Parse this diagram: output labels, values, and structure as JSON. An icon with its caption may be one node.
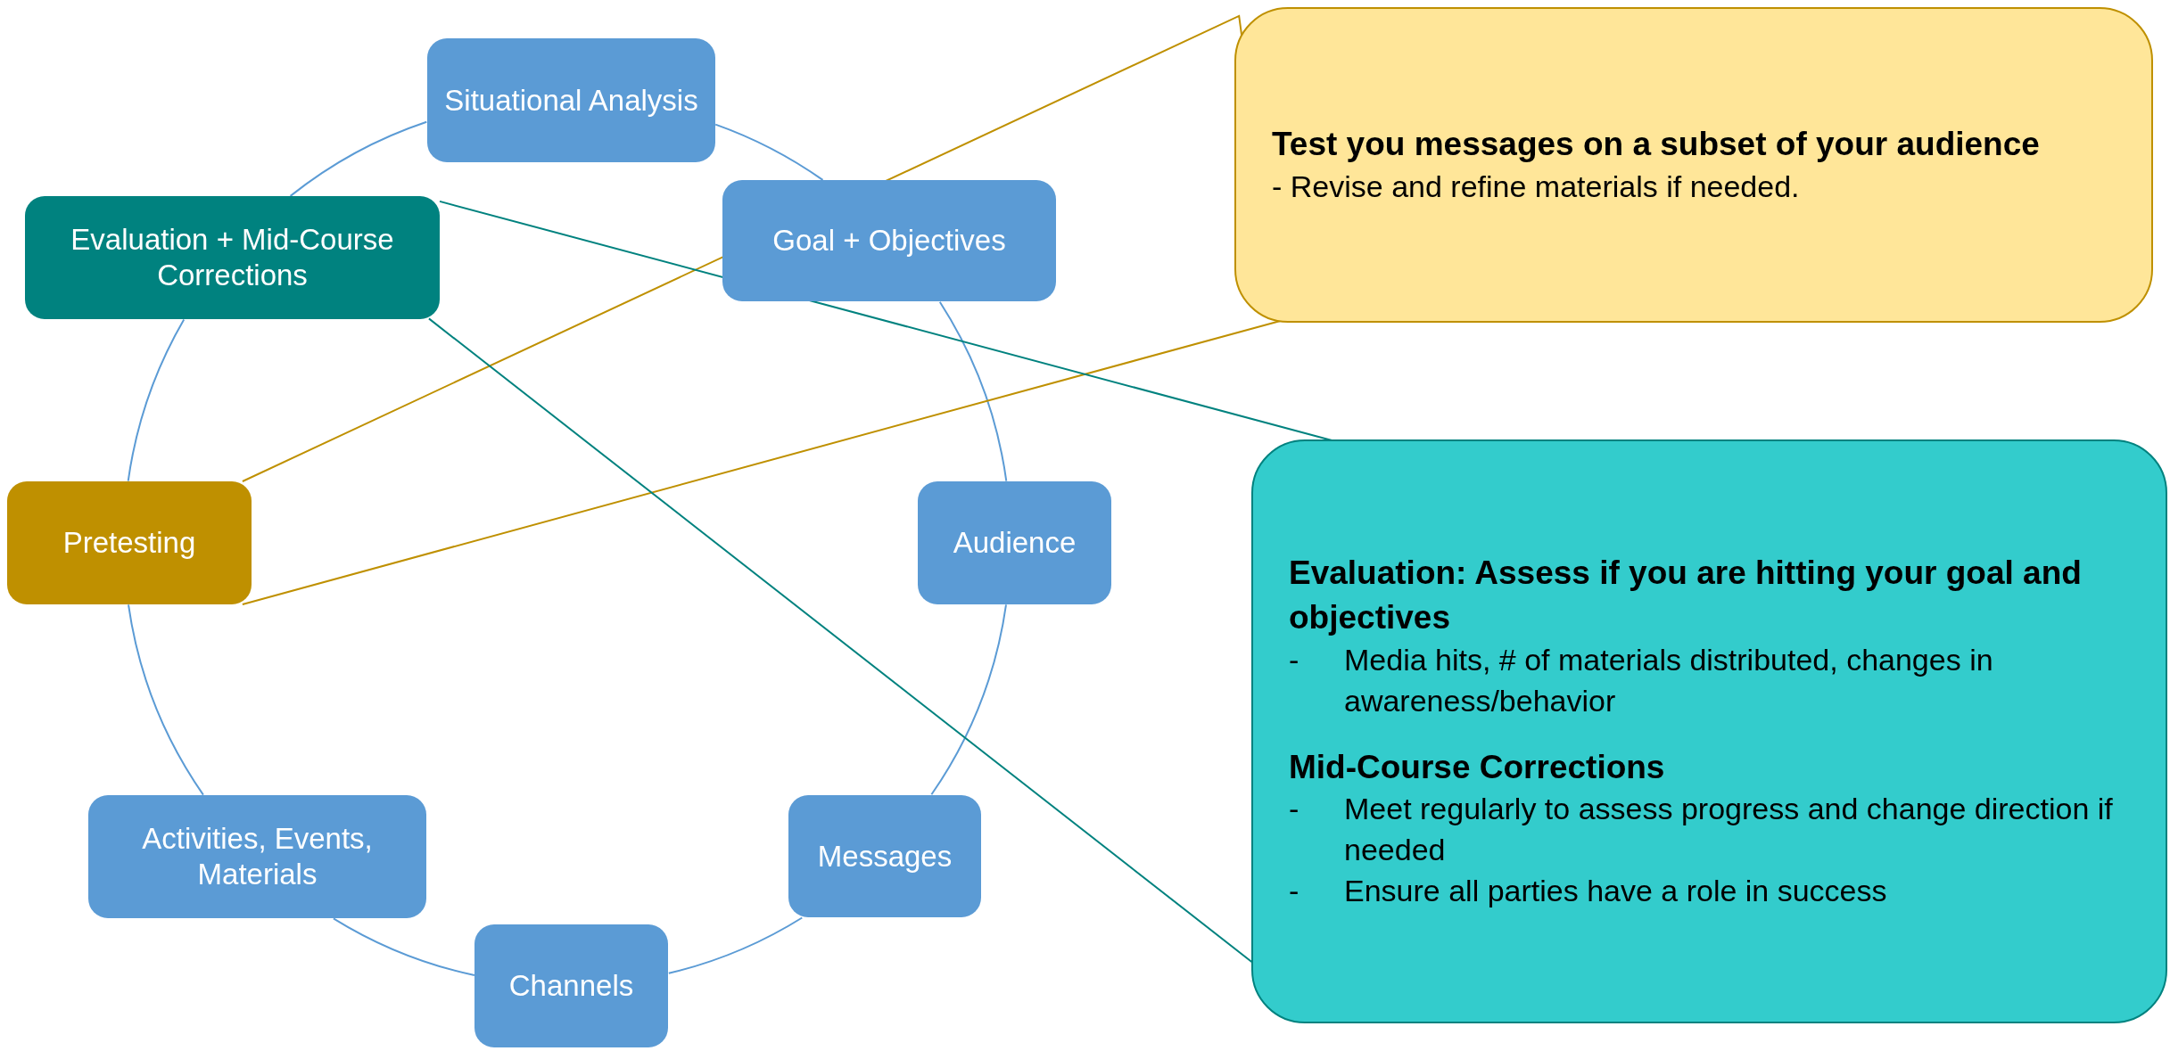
{
  "diagram": {
    "nodes": [
      {
        "text": [
          "Situational Analysis"
        ]
      },
      {
        "text": [
          "Goal + Objectives"
        ]
      },
      {
        "text": [
          "Audience"
        ]
      },
      {
        "text": [
          "Messages"
        ]
      },
      {
        "text": [
          "Channels"
        ]
      },
      {
        "text": [
          "Activities, Events, Materials"
        ]
      },
      {
        "text": [
          "Pretesting"
        ]
      },
      {
        "text": [
          "Evaluation + Mid-Course Corrections"
        ]
      },
      {
        "text": [
          "Test you messages on a subset of your audience",
          "- Revise and refine materials if needed."
        ]
      },
      {
        "text": [
          "Evaluation: Assess if you are hitting your goal and objectives",
          "- Media hits, # of materials distributed, changes in awareness/behavior",
          "Mid-Course Corrections",
          "- Meet regularly to assess progress and change direction if needed",
          "- Ensure all parties have a role in success"
        ]
      }
    ],
    "edges": [
      {
        "from": 0,
        "to": 1,
        "arrow": "none"
      },
      {
        "from": 1,
        "to": 2,
        "arrow": "none"
      },
      {
        "from": 2,
        "to": 3,
        "arrow": "none"
      },
      {
        "from": 3,
        "to": 4,
        "arrow": "none"
      },
      {
        "from": 4,
        "to": 5,
        "arrow": "none"
      },
      {
        "from": 5,
        "to": 6,
        "arrow": "none"
      },
      {
        "from": 6,
        "to": 7,
        "arrow": "none"
      },
      {
        "from": 7,
        "to": 0,
        "arrow": "none"
      },
      {
        "from": 6,
        "to": 8,
        "arrow": "none",
        "color": "#bf9000"
      },
      {
        "from": 7,
        "to": 9,
        "arrow": "none",
        "color": "#00827f"
      }
    ]
  }
}
